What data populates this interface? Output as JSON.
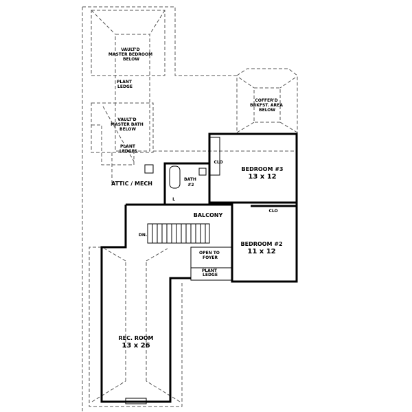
{
  "plan": {
    "vault_master_bedroom": [
      "VAULT'D",
      "MASTER BEDROOM",
      "BELOW"
    ],
    "plant_ledge_top": [
      "PLANT",
      "LEDGE"
    ],
    "vault_master_bath": [
      "VAULT'D",
      "MASTER BATH",
      "BELOW"
    ],
    "plant_ledges": [
      "PLANT",
      "LEDGES"
    ],
    "attic_mech": "ATTIC / MECH",
    "coffer_breakfast": [
      "COFFER'D",
      "BRKFST. AREA",
      "BELOW"
    ],
    "bath2": [
      "BATH",
      "#2"
    ],
    "linen": "L",
    "clo_bed3": "CLO",
    "bedroom3": {
      "name": "BEDROOM #3",
      "size": "13 x 12"
    },
    "balcony": "BALCONY",
    "stair_dn": "DN.",
    "open_to_foyer": [
      "OPEN TO",
      "FOYER"
    ],
    "plant_ledge_foyer": [
      "PLANT",
      "LEDGE"
    ],
    "clo_bed2": "CLO",
    "bedroom2": {
      "name": "BEDROOM #2",
      "size": "11 x 12"
    },
    "rec_room": {
      "name": "REC. ROOM",
      "size": "13 x 26"
    }
  }
}
